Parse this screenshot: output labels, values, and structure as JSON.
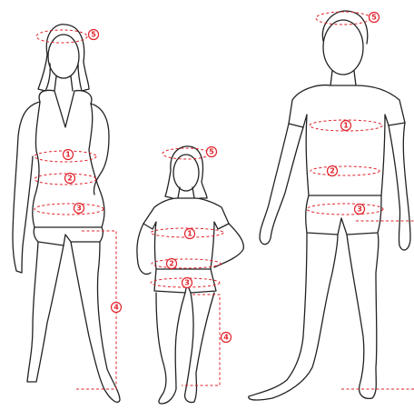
{
  "markers": {
    "chest": "1",
    "waist": "2",
    "hips": "3",
    "inseam": "4",
    "head": "5"
  },
  "colors": {
    "outline": "#222222",
    "measure": "#e0222a",
    "background": "#ffffff"
  }
}
